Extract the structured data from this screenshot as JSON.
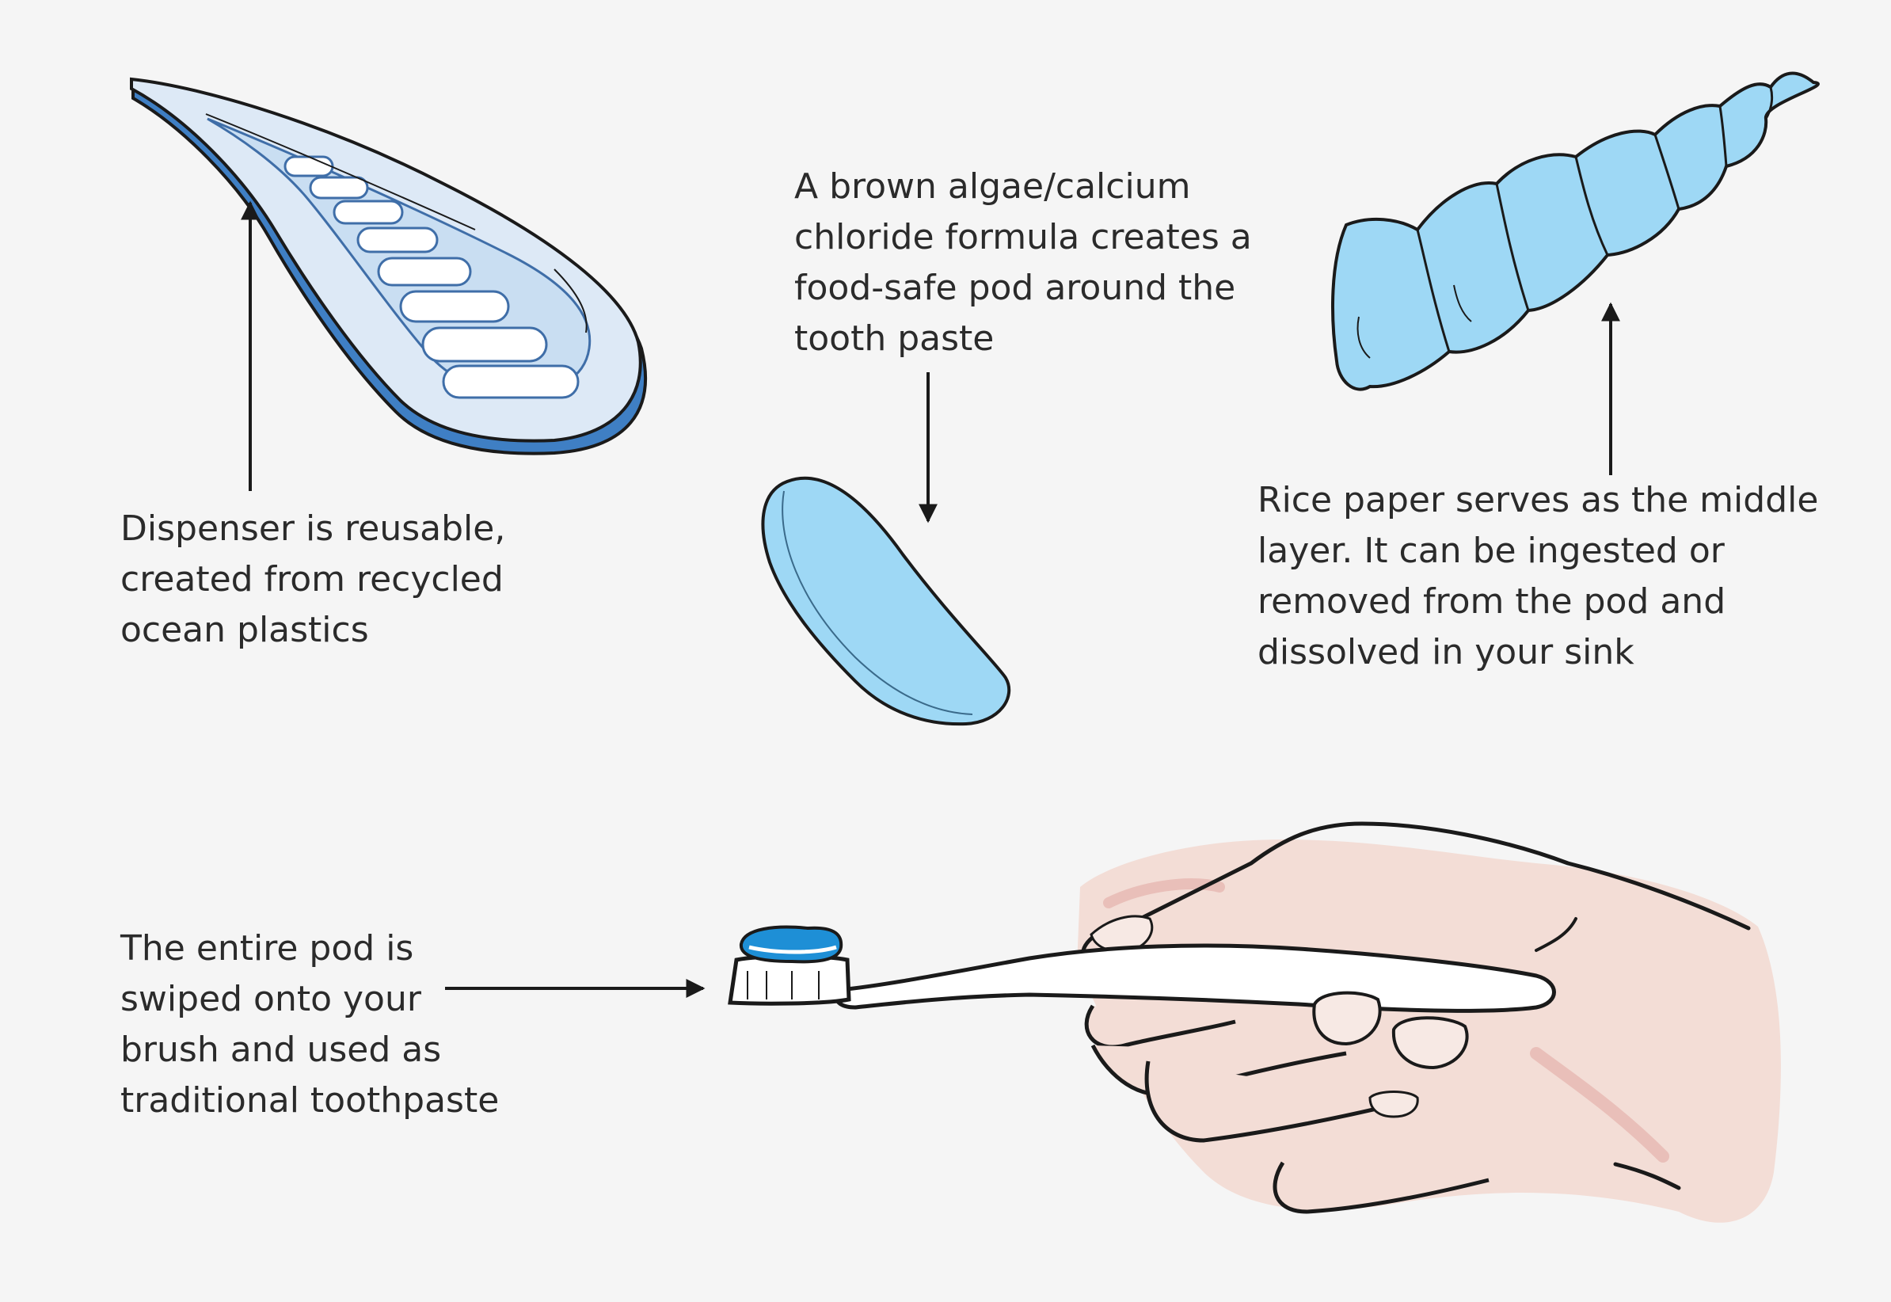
{
  "captions": {
    "dispenser": {
      "lines": [
        "Dispenser is reusable,",
        "created from recycled",
        "ocean plastics"
      ]
    },
    "formula": {
      "lines": [
        "A brown algae/calcium",
        "chloride formula creates a",
        "food-safe pod around the",
        "tooth paste"
      ]
    },
    "rice_paper": {
      "lines": [
        "Rice paper serves as the middle",
        "layer. It can be ingested or",
        "removed from the pod and",
        "dissolved in your sink"
      ]
    },
    "entire_pod": {
      "lines": [
        "The entire pod is",
        "swiped onto your",
        "brush and used as",
        "traditional toothpaste"
      ]
    }
  },
  "colors": {
    "background": "#f5f5f5",
    "text": "#2b2b2b",
    "outline": "#1a1a1a",
    "pod_blue": "#9ed8f5",
    "pod_blue_dark": "#6fb8e8",
    "dispenser_light": "#dde9f6",
    "dispenser_blue": "#3f7fc4",
    "skin": "#f3ddd6",
    "skin_shadow": "#e9bfb9",
    "paste_blue": "#1e8fd6"
  },
  "icons": [
    "dispenser-illustration",
    "pod-illustration",
    "rice-paper-illustration",
    "hand-toothbrush-illustration"
  ]
}
